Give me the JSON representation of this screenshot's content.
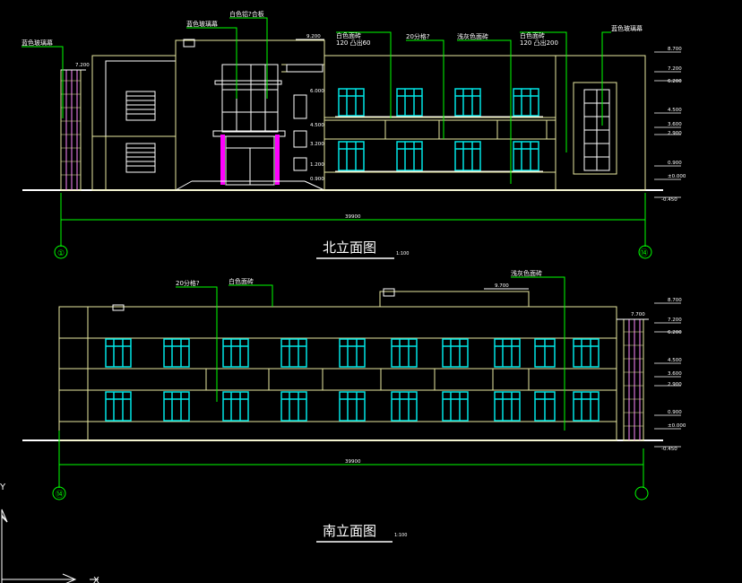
{
  "colors": {
    "background": "#000000",
    "outline": "#e8e8a0",
    "white_line": "#ffffff",
    "leader": "#00ff00",
    "window": "#00e5e5",
    "magenta": "#ff00ff",
    "ucs": "#ffffff"
  },
  "north": {
    "title": "北立面图",
    "scale": "1:100",
    "dimension_total": "39900",
    "axis_left": "①",
    "axis_right": "⑭",
    "top_elev": "9.200",
    "labels": {
      "glass_left": "蓝色玻璃幕",
      "glass_entry": "蓝色玻璃幕",
      "aluminum": "白色铝?合板",
      "white_tile_1": "白色面砖",
      "tile_spec_1": "120 凸出60",
      "fenge": "20分格?",
      "gray_tile": "浅灰色面砖",
      "white_tile_2": "白色面砖",
      "tile_spec_2": "120 凸出200",
      "glass_right": "蓝色玻璃幕"
    },
    "elevations_right": [
      "8.700",
      "7.200",
      "6.200",
      "4.500",
      "3.600",
      "2.900",
      "0.900",
      "±0.000",
      "-0.450"
    ],
    "elevations_left_stair": [
      "7.200"
    ],
    "elevations_entry": [
      "6.000",
      "4.500",
      "3.200",
      "1.200",
      "0.900"
    ]
  },
  "south": {
    "title": "南立面图",
    "scale": "1:100",
    "dimension_total": "39900",
    "axis_left": "⑭",
    "axis_right": "",
    "top_elev": "9.700",
    "labels": {
      "fenge": "20分格?",
      "white_tile": "白色面砖",
      "gray_tile": "浅灰色面砖"
    },
    "elevations_right": [
      "8.700",
      "7.200",
      "6.200",
      "4.500",
      "3.600",
      "2.900",
      "0.900",
      "±0.000",
      "-0.450"
    ],
    "elevations_stair": [
      "7.700"
    ]
  },
  "ucs": {
    "y_label": "Y",
    "x_label": "X"
  }
}
